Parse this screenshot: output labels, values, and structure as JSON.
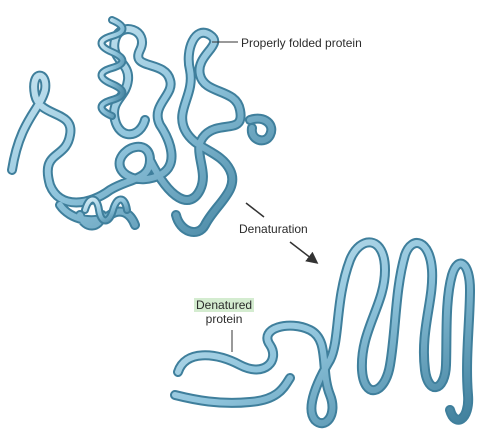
{
  "labels": {
    "folded": "Properly folded protein",
    "process": "Denaturation",
    "denatured_line1": "Denatured",
    "denatured_line2": "protein"
  },
  "colors": {
    "ribbon_light": "#d6ecf5",
    "ribbon_mid": "#8fc4dc",
    "ribbon_dark": "#3f7f9c",
    "highlight": "#d4ecd0",
    "text": "#2b2b2b"
  },
  "icons": [
    "arrow-down-right-icon"
  ]
}
